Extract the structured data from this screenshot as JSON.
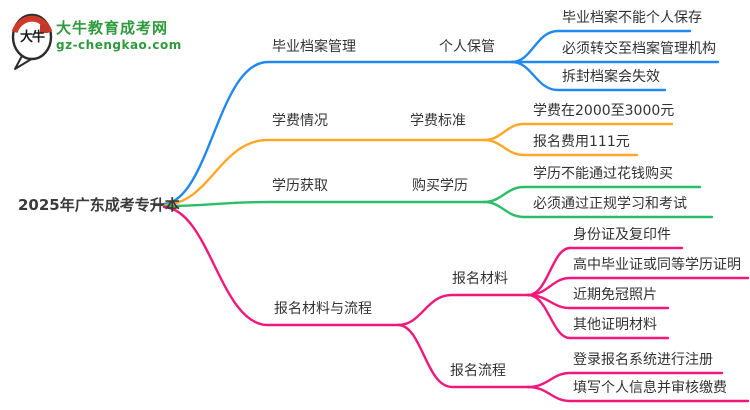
{
  "logo": {
    "bubble_text": "大牛",
    "title": "大牛教育成考网",
    "url": "gz-chengkao.com",
    "brand_green": "#2f9a3d",
    "accent_red": "#cf3a28"
  },
  "mindmap": {
    "root": "2025年广东成考专升本",
    "branches": [
      {
        "label": "毕业档案管理",
        "color": "#2088f0",
        "child": "个人保管",
        "leaves": [
          "毕业档案不能个人保存",
          "必须转交至档案管理机构",
          "拆封档案会失效"
        ]
      },
      {
        "label": "学费情况",
        "color": "#ffa726",
        "child": "学费标准",
        "leaves": [
          "学费在2000至3000元",
          "报名费用111元"
        ]
      },
      {
        "label": "学历获取",
        "color": "#2abe68",
        "child": "购买学历",
        "leaves": [
          "学历不能通过花钱购买",
          "必须通过正规学习和考试"
        ]
      },
      {
        "label": "报名材料与流程",
        "color": "#f0187a",
        "children": [
          {
            "label": "报名材料",
            "leaves": [
              "身份证及复印件",
              "高中毕业证或同等学历证明",
              "近期免冠照片",
              "其他证明材料"
            ]
          },
          {
            "label": "报名流程",
            "leaves": [
              "登录报名系统进行注册",
              "填写个人信息并审核缴费"
            ]
          }
        ]
      }
    ]
  }
}
